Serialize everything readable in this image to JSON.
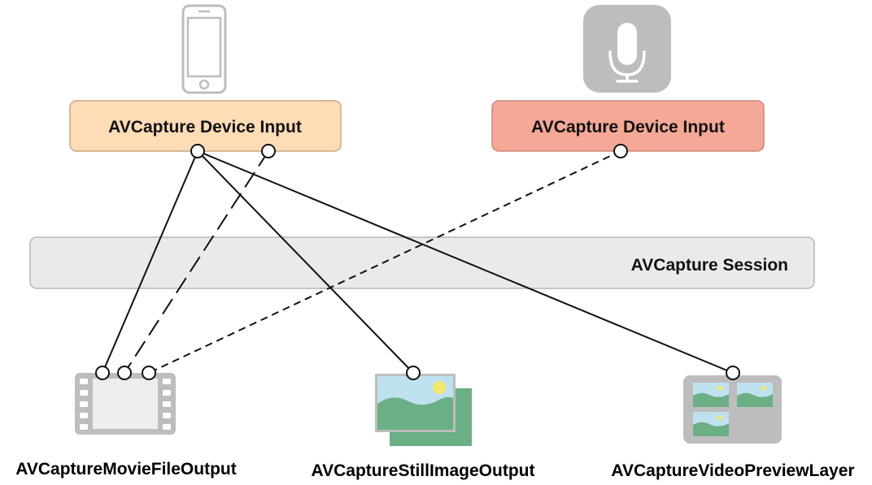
{
  "inputs": [
    {
      "label": "AVCapture Device Input",
      "icon": "iphone-icon",
      "fill": "#FDDCB6",
      "stroke": "#C9A784"
    },
    {
      "label": "AVCapture Device Input",
      "icon": "microphone-icon",
      "fill": "#F4A895",
      "stroke": "#C98A7B"
    }
  ],
  "session": {
    "label": "AVCapture Session",
    "fill": "#E9EAEA"
  },
  "outputs": [
    {
      "label": "AVCaptureMovieFileOutput",
      "icon": "film-icon"
    },
    {
      "label": "AVCaptureStillImageOutput",
      "icon": "photos-icon"
    },
    {
      "label": "AVCaptureVideoPreviewLayer",
      "icon": "preview-layer-icon"
    }
  ],
  "colors": {
    "line": "#111111",
    "icon_gray": "#BDBDBD",
    "landscape_green": "#6BAF85",
    "sky_blue": "#BFE1EE",
    "sun_yellow": "#F3E96A"
  }
}
